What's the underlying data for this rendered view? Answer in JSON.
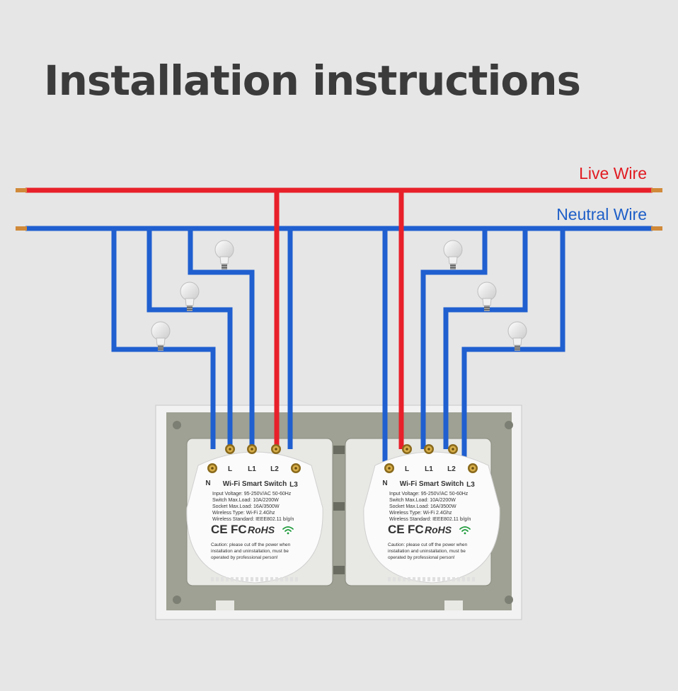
{
  "title": "Installation instructions",
  "wires": {
    "live_label": "Live Wire",
    "neutral_label": "Neutral Wire",
    "live_color": "#e8202a",
    "neutral_color": "#1f5fd0"
  },
  "modules": [
    {
      "name": "Wi-Fi Smart Switch",
      "terminals": [
        "N",
        "L",
        "L1",
        "L2",
        "L3"
      ],
      "specs": [
        "Input Voltage: 95-250V/AC 50-60Hz",
        "Switch Max.Load: 10A/2200W",
        "Socket Max.Load: 16A/3500W",
        "Wireless Type: Wi-Fi 2.4Ghz",
        "Wireless Standard: IEEE802.11 b/g/n"
      ],
      "certs": [
        "CE",
        "FC",
        "RoHS"
      ],
      "caution": [
        "Caution: please cut off the power when",
        "installation and uninstallation, must be",
        "operated by professional person!"
      ]
    },
    {
      "name": "Wi-Fi Smart Switch",
      "terminals": [
        "N",
        "L",
        "L1",
        "L2",
        "L3"
      ],
      "specs": [
        "Input Voltage: 95-250V/AC 50-60Hz",
        "Switch Max.Load: 10A/2200W",
        "Socket Max.Load: 16A/3500W",
        "Wireless Type: Wi-Fi 2.4Ghz",
        "Wireless Standard: IEEE802.11 b/g/n"
      ],
      "certs": [
        "CE",
        "FC",
        "RoHS"
      ],
      "caution": [
        "Caution: please cut off the power when",
        "installation and uninstallation, must be",
        "operated by professional person!"
      ]
    }
  ]
}
